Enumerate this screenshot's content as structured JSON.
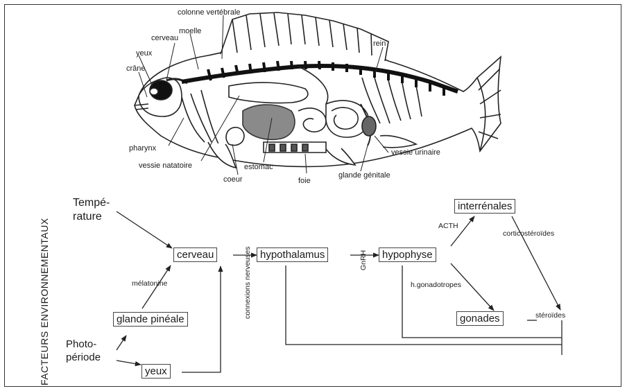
{
  "fish_labels": {
    "colonne": "colonne vertébrale",
    "moelle": "moelle",
    "cerveau": "cerveau",
    "yeux": "yeux",
    "crane": "crâne",
    "rein": "rein",
    "pharynx": "pharynx",
    "vessie_natatoire": "vessie natatoire",
    "coeur": "coeur",
    "estomac": "estomac",
    "foie": "foie",
    "glande_genitale": "glande génitale",
    "vessie_urinaire": "vessie urinaire"
  },
  "side_title": "FACTEURS ENVIRONNEMENTAUX",
  "inputs": {
    "temperature": [
      "Tempé-",
      "rature"
    ],
    "photoperiode": [
      "Photo-",
      "période"
    ]
  },
  "nodes": {
    "cerveau": "cerveau",
    "hypothalamus": "hypothalamus",
    "hypophyse": "hypophyse",
    "interrenales": "interrénales",
    "gonades": "gonades",
    "glande_pineale": "glande pinéale",
    "yeux": "yeux"
  },
  "edge_labels": {
    "connexions": "connexions nerveuses",
    "gnrh": "GnRH",
    "acth": "ACTH",
    "corticosteroides": "corticostéroïdes",
    "gonadotropes": "h.gonadotropes",
    "steroides": "stéroïdes",
    "melatonine": "mélatonine"
  }
}
